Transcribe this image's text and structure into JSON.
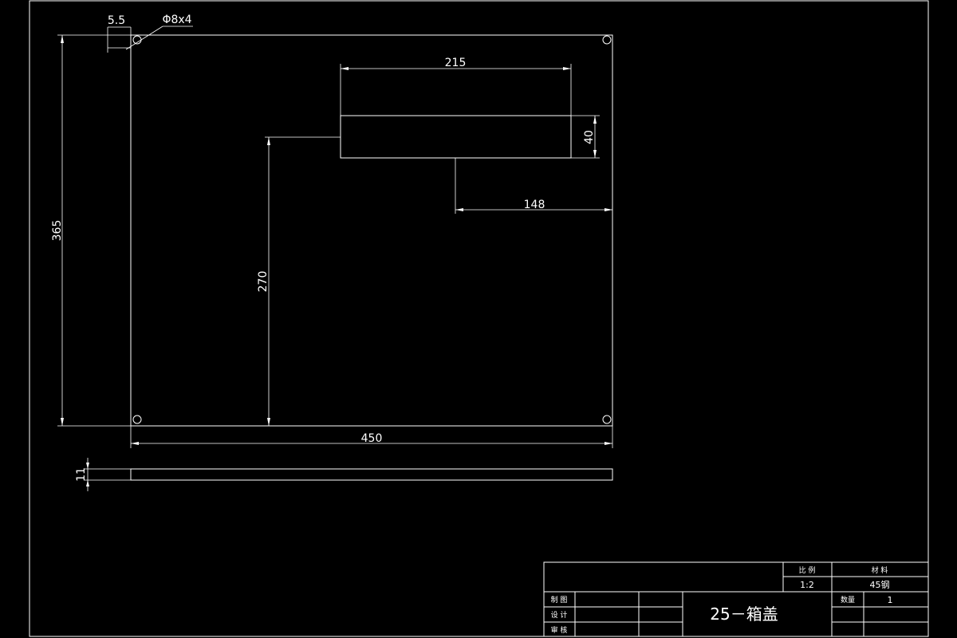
{
  "drawing": {
    "dimensions": {
      "hole_offset": "5.5",
      "hole_spec": "Φ8x4",
      "slot_length": "215",
      "slot_height": "40",
      "slot_right_offset": "148",
      "total_height": "365",
      "slot_vertical_offset": "270",
      "total_width": "450",
      "thickness": "11"
    },
    "title_block": {
      "scale_label": "比  例",
      "scale_value": "1:2",
      "material_label": "材  料",
      "material_value": "45钢",
      "quantity_label": "数量",
      "quantity_value": "1",
      "drawn_label": "制  图",
      "designed_label": "设  计",
      "checked_label": "审  核",
      "part_name": "25－箱盖"
    }
  }
}
